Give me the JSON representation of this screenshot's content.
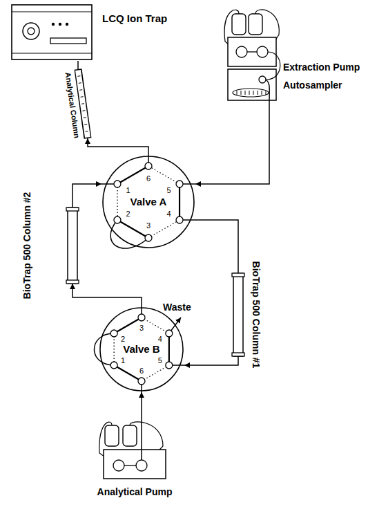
{
  "diagram": {
    "nodes": [
      {
        "text": [
          "LCQ Ion Trap"
        ]
      },
      {
        "text": [
          "Analytical Column"
        ]
      },
      {
        "text": [
          "Extraction Pump",
          "Autosampler"
        ]
      },
      {
        "text": [
          "Valve A"
        ]
      },
      {
        "text": [
          "BioTrap 500 Column #1"
        ]
      },
      {
        "text": [
          "BioTrap 500 Column #2"
        ]
      },
      {
        "text": [
          "Valve B"
        ]
      },
      {
        "text": [
          "Analytical Pump"
        ]
      }
    ],
    "edges": [
      {
        "from": 2,
        "to": 3,
        "arrow": "to"
      },
      {
        "from": 3,
        "to": 1,
        "arrow": "to"
      },
      {
        "from": 1,
        "to": 0,
        "arrow": "none"
      },
      {
        "from": 3,
        "to": 4,
        "arrow": "none"
      },
      {
        "from": 4,
        "to": 6,
        "arrow": "to"
      },
      {
        "from": 6,
        "to": 5,
        "arrow": "to"
      },
      {
        "from": 5,
        "to": 3,
        "arrow": "to"
      },
      {
        "from": 7,
        "to": 6,
        "arrow": "to"
      }
    ],
    "labels": [
      "1",
      "2",
      "3",
      "4",
      "5",
      "6",
      "1",
      "2",
      "3",
      "4",
      "5",
      "6",
      "Waste"
    ]
  }
}
